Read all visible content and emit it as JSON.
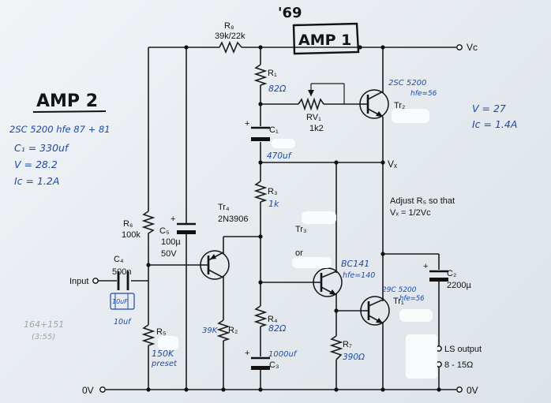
{
  "annotations": {
    "year": "'69",
    "amp1_title": "AMP 1",
    "amp2_title": "AMP 2",
    "amp2_spec": [
      "2SC 5200  hfe 87 + 81",
      "C₁ = 330uf",
      "V = 28.2",
      "Iᴄ = 1.2A"
    ],
    "amp1_spec": [
      "V = 27",
      "Iᴄ = 1.4A"
    ],
    "margin_note": [
      "164+151",
      "(3:55)"
    ]
  },
  "labels": {
    "vc": "Vᴄ",
    "vx": "Vₓ",
    "input": "Input",
    "zero_v_left": "0V",
    "zero_v_right": "0V",
    "ls_output": "LS output",
    "ls_impedance": "8 - 15Ω",
    "adjust_note_1": "Adjust R₅ so that",
    "adjust_note_2": "Vₓ = 1/2Vᴄ",
    "or": "or"
  },
  "components": {
    "r8": {
      "ref": "R₈",
      "value": "39k/22k"
    },
    "r1": {
      "ref": "R₁",
      "note": "82Ω"
    },
    "rv1": {
      "ref": "RV₁",
      "value": "1k2"
    },
    "c1": {
      "ref": "C₁",
      "note": "470uf"
    },
    "r3": {
      "ref": "R₃",
      "note": "1k"
    },
    "r6": {
      "ref": "R₆",
      "value": "100k"
    },
    "c5": {
      "ref": "C₅",
      "value1": "100µ",
      "value2": "50V"
    },
    "tr4": {
      "ref": "Tr₄",
      "value": "2N3906"
    },
    "tr3": {
      "ref": "Tr₃",
      "note_part": "BC141",
      "note_hfe": "hfe=140"
    },
    "tr2": {
      "ref": "Tr₂",
      "note_part": "2SC 5200",
      "note_hfe": "hfe=56"
    },
    "tr1": {
      "ref": "Tr₁",
      "note_part": "29C 5200",
      "note_hfe": "hfe=56"
    },
    "c4": {
      "ref": "C₄",
      "value": "500n",
      "note1": "10uF",
      "note2": "10uf"
    },
    "r5": {
      "ref": "R₅",
      "note1": "150K",
      "note2": "preset"
    },
    "r2": {
      "ref": "R₂",
      "note": "39K"
    },
    "r4": {
      "ref": "R₄",
      "note": "82Ω"
    },
    "c3": {
      "ref": "C₃",
      "note": "1000uf"
    },
    "r7": {
      "ref": "R₇",
      "note": "390Ω"
    },
    "c2": {
      "ref": "C₂",
      "value": "2200µ"
    }
  }
}
